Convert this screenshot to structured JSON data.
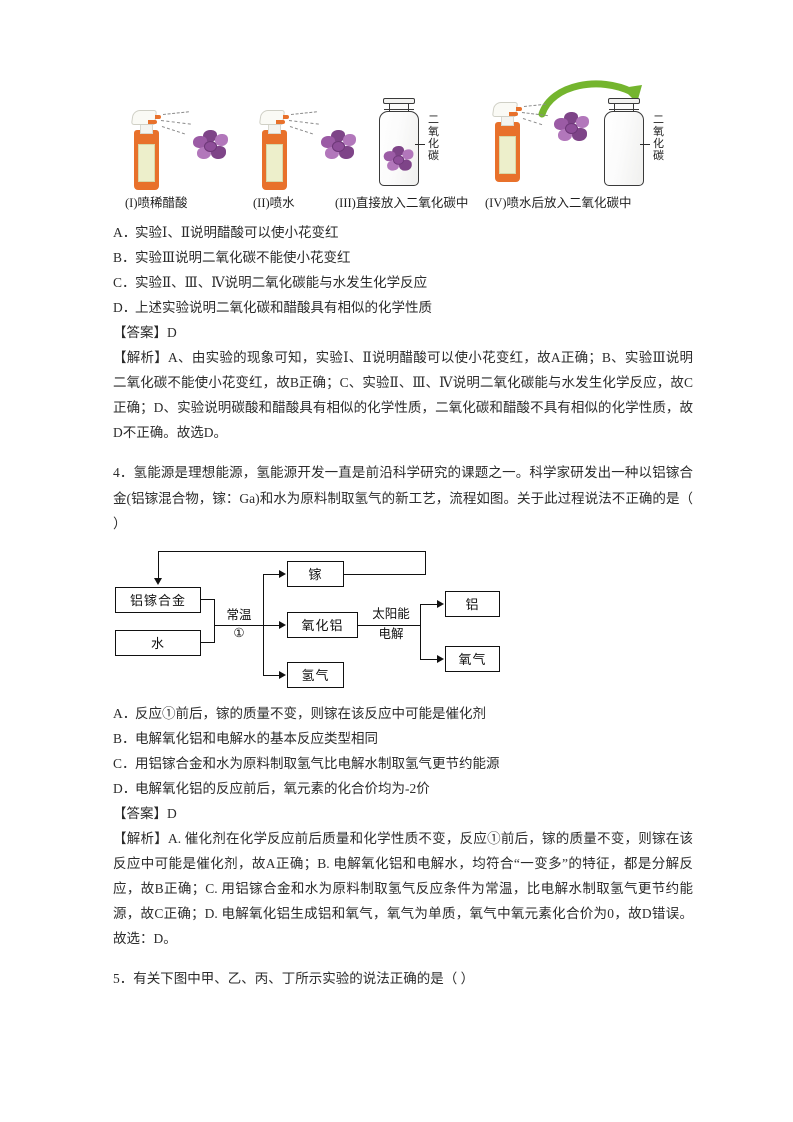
{
  "figure1": {
    "items": [
      {
        "id": "exp-1",
        "type": "spray-and-flower",
        "caption": "(I)喷稀醋酸"
      },
      {
        "id": "exp-2",
        "type": "spray-and-flower",
        "caption": "(II)喷水"
      },
      {
        "id": "exp-3",
        "type": "jar-with-flower",
        "caption": "(III)直接放入二氧化碳中",
        "jar_label": "二氧化碳"
      },
      {
        "id": "exp-4",
        "type": "spray-flower-jar",
        "caption": "(IV)喷水后放入二氧化碳中",
        "jar_label": "二氧化碳"
      }
    ],
    "colors": {
      "bottle": "#E8712B",
      "label": "#EDEFCB",
      "flower": "#9B5BA5",
      "arrow": "#74B52E"
    }
  },
  "question3": {
    "options": [
      {
        "mark": "A．",
        "text": "实验Ⅰ、Ⅱ说明醋酸可以使小花变红"
      },
      {
        "mark": "B．",
        "text": "实验Ⅲ说明二氧化碳不能使小花变红"
      },
      {
        "mark": "C．",
        "text": "实验Ⅱ、Ⅲ、Ⅳ说明二氧化碳能与水发生化学反应"
      },
      {
        "mark": "D．",
        "text": "上述实验说明二氧化碳和醋酸具有相似的化学性质"
      }
    ],
    "answer_label": "【答案】",
    "answer_value": "D",
    "analysis": "【解析】A、由实验的现象可知，实验Ⅰ、Ⅱ说明醋酸可以使小花变红，故A正确；B、实验Ⅲ说明二氧化碳不能使小花变红，故B正确；C、实验Ⅱ、Ⅲ、Ⅳ说明二氧化碳能与水发生化学反应，故C正确；D、实验说明碳酸和醋酸具有相似的化学性质，二氧化碳和醋酸不具有相似的化学性质，故D不正确。故选D。"
  },
  "question4": {
    "stem": "4．氢能源是理想能源，氢能源开发一直是前沿科学研究的课题之一。科学家研发出一种以铝镓合金(铝镓混合物，镓：Ga)和水为原料制取氢气的新工艺，流程如图。关于此过程说法不正确的是（      ）",
    "flowchart": {
      "boxes": [
        {
          "id": "box-alloy",
          "label": "铝镓合金"
        },
        {
          "id": "box-water",
          "label": "水"
        },
        {
          "id": "box-gallium",
          "label": "镓"
        },
        {
          "id": "box-alumina",
          "label": "氧化铝"
        },
        {
          "id": "box-hydrogen",
          "label": "氢气"
        },
        {
          "id": "box-aluminium",
          "label": "铝"
        },
        {
          "id": "box-oxygen",
          "label": "氧气"
        }
      ],
      "labels": [
        {
          "id": "cond-1-line1",
          "text": "常温"
        },
        {
          "id": "cond-1-line2",
          "text": "①"
        },
        {
          "id": "cond-2-line1",
          "text": "太阳能"
        },
        {
          "id": "cond-2-line2",
          "text": "电解"
        }
      ]
    },
    "options": [
      {
        "mark": "A．",
        "text": "反应①前后，镓的质量不变，则镓在该反应中可能是催化剂"
      },
      {
        "mark": "B．",
        "text": "电解氧化铝和电解水的基本反应类型相同"
      },
      {
        "mark": "C．",
        "text": "用铝镓合金和水为原料制取氢气比电解水制取氢气更节约能源"
      },
      {
        "mark": "D．",
        "text": "电解氧化铝的反应前后，氧元素的化合价均为-2价"
      }
    ],
    "answer_label": "【答案】",
    "answer_value": "D",
    "analysis": "【解析】A. 催化剂在化学反应前后质量和化学性质不变，反应①前后，镓的质量不变，则镓在该反应中可能是催化剂，故A正确；B. 电解氧化铝和电解水，均符合“一变多”的特征，都是分解反应，故B正确；C. 用铝镓合金和水为原料制取氢气反应条件为常温，比电解水制取氢气更节约能源，故C正确；D. 电解氧化铝生成铝和氧气，氧气为单质，氧气中氧元素化合价为0，故D错误。故选：D。"
  },
  "question5": {
    "stem": "5．有关下图中甲、乙、丙、丁所示实验的说法正确的是（      ）"
  }
}
